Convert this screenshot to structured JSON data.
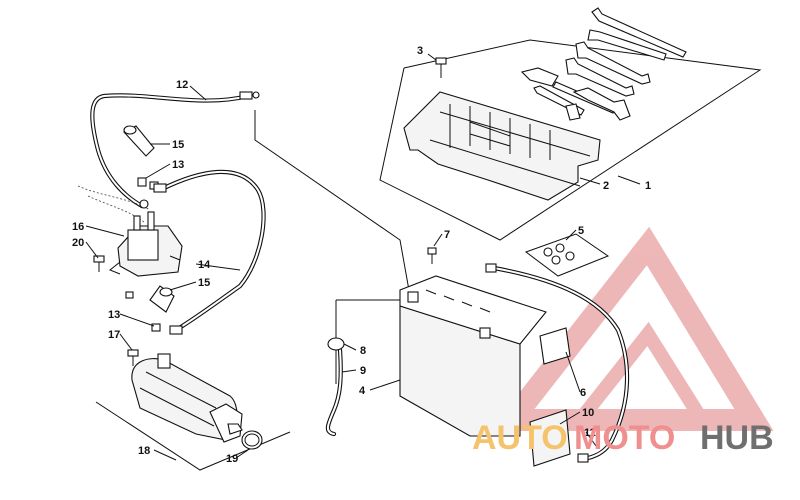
{
  "diagram": {
    "callouts": [
      "1",
      "2",
      "3",
      "4",
      "5",
      "6",
      "7",
      "8",
      "9",
      "10",
      "11",
      "12",
      "13",
      "13",
      "14",
      "15",
      "15",
      "16",
      "17",
      "18",
      "19",
      "20"
    ]
  },
  "watermark": {
    "part_auto": "AUTO",
    "part_moto": "MOTO",
    "part_hub": "HUB",
    "colors": {
      "triangle": "#e8a0a0",
      "auto": "#f5c36b",
      "moto": "#ef8f8f",
      "hub": "#6f6f6f"
    }
  }
}
